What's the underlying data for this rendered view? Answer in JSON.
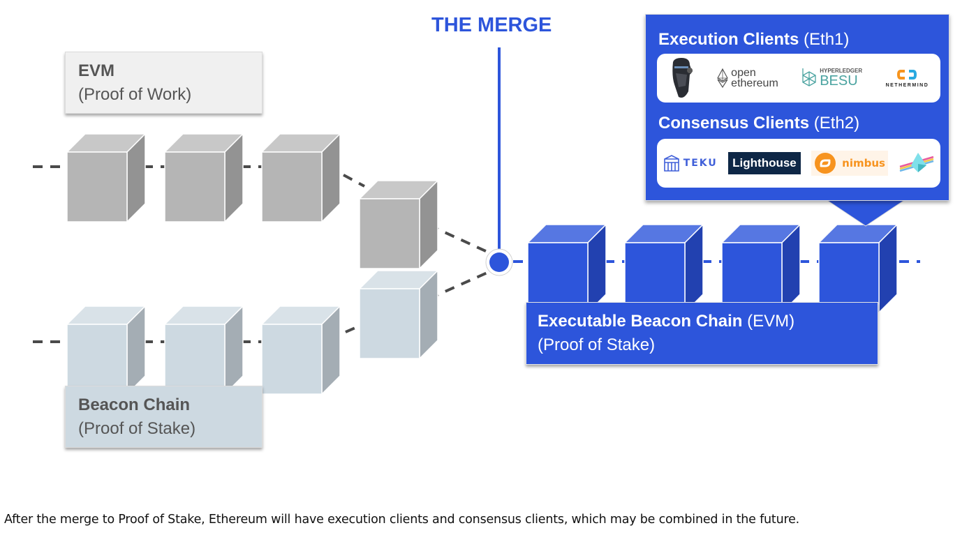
{
  "diagram": {
    "merge_title": "THE MERGE",
    "pow_chain": {
      "title": "EVM",
      "subtitle": "(Proof of Work)",
      "block_count": 4,
      "colors": {
        "front": "#b5b5b5",
        "top": "#c8c8c8",
        "side": "#939393"
      }
    },
    "beacon_chain": {
      "title": "Beacon Chain",
      "subtitle": "(Proof of Stake)",
      "block_count": 4,
      "colors": {
        "front": "#cdd9e1",
        "top": "#d9e2e8",
        "side": "#a4adb4"
      }
    },
    "merged_chain": {
      "title": "Executable Beacon Chain",
      "title_suffix": " (EVM)",
      "subtitle": "(Proof of Stake)",
      "block_count": 4,
      "colors": {
        "front": "#2d55db",
        "top": "#5677e2",
        "side": "#2241b0"
      }
    },
    "clients_panel": {
      "execution": {
        "heading": "Execution Clients",
        "heading_suffix": " (Eth1)",
        "logos": [
          {
            "name": "geth",
            "icon": "geth-gopher-icon"
          },
          {
            "name": "openethereum",
            "line1": "open",
            "line2": "ethereum",
            "icon": "ethereum-diamond-icon"
          },
          {
            "name": "hyperledger-besu",
            "small": "HYPERLEDGER",
            "big": "BESU",
            "icon": "besu-hexagon-icon"
          },
          {
            "name": "nethermind",
            "text": "NETHERMIND",
            "icon": "nethermind-brackets-icon"
          }
        ]
      },
      "consensus": {
        "heading": "Consensus Clients",
        "heading_suffix": " (Eth2)",
        "logos": [
          {
            "name": "teku",
            "text": "TEKU",
            "icon": "teku-cube-icon"
          },
          {
            "name": "lighthouse",
            "text": "Lighthouse"
          },
          {
            "name": "nimbus",
            "text": "nimbus",
            "icon": "nimbus-circle-icon"
          },
          {
            "name": "prysm",
            "icon": "prysm-prism-icon"
          }
        ]
      }
    },
    "accent_color": "#2d55db",
    "link_color": "#4a4a4a"
  },
  "caption": "After the merge to Proof of Stake, Ethereum will have execution clients and consensus clients, which may be combined in the future."
}
